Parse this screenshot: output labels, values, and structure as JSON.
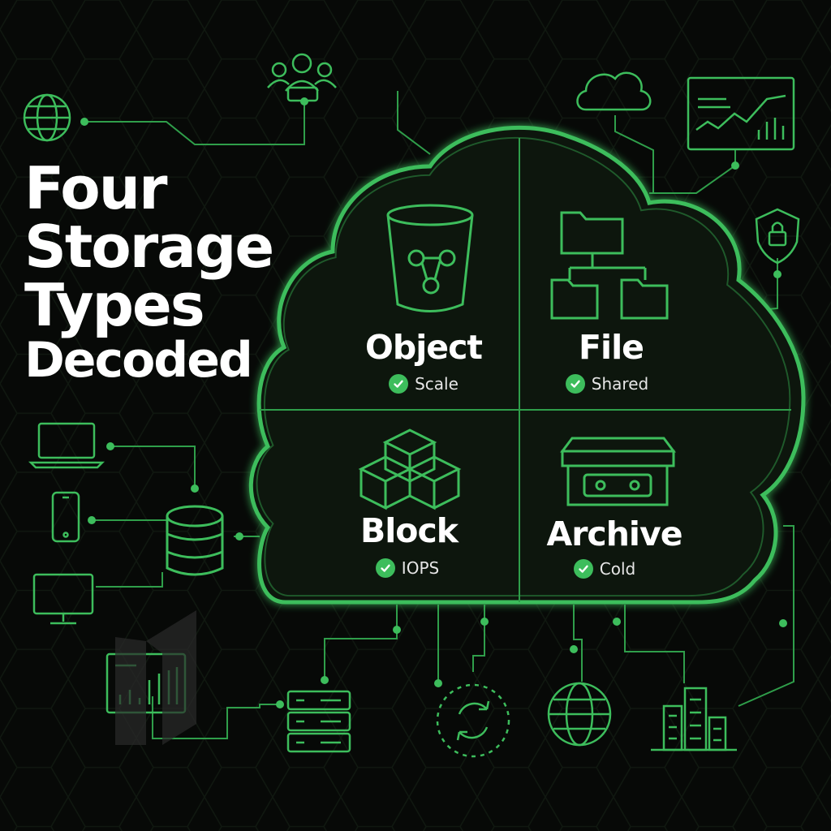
{
  "title": {
    "line1": "Four",
    "line2": "Storage",
    "line3": "Types",
    "line4": "Decoded"
  },
  "quadrants": [
    {
      "name": "Object",
      "tag": "Scale",
      "icon": "bucket-icon"
    },
    {
      "name": "File",
      "tag": "Shared",
      "icon": "folder-tree-icon"
    },
    {
      "name": "Block",
      "tag": "IOPS",
      "icon": "cubes-icon"
    },
    {
      "name": "Archive",
      "tag": "Cold",
      "icon": "archive-box-icon"
    }
  ],
  "colors": {
    "accent": "#3dbd5c",
    "line": "#2f9e4a",
    "background": "#070907",
    "cloud_fill": "#0b170d"
  },
  "peripheral_icons": [
    "globe-icon",
    "users-icon",
    "cloud-icon",
    "analytics-dashboard-icon",
    "lock-shield-icon",
    "laptop-icon",
    "phone-icon",
    "desktop-icon",
    "database-icon",
    "bar-chart-icon",
    "server-rack-icon",
    "sync-icon",
    "globe-icon",
    "city-buildings-icon"
  ]
}
